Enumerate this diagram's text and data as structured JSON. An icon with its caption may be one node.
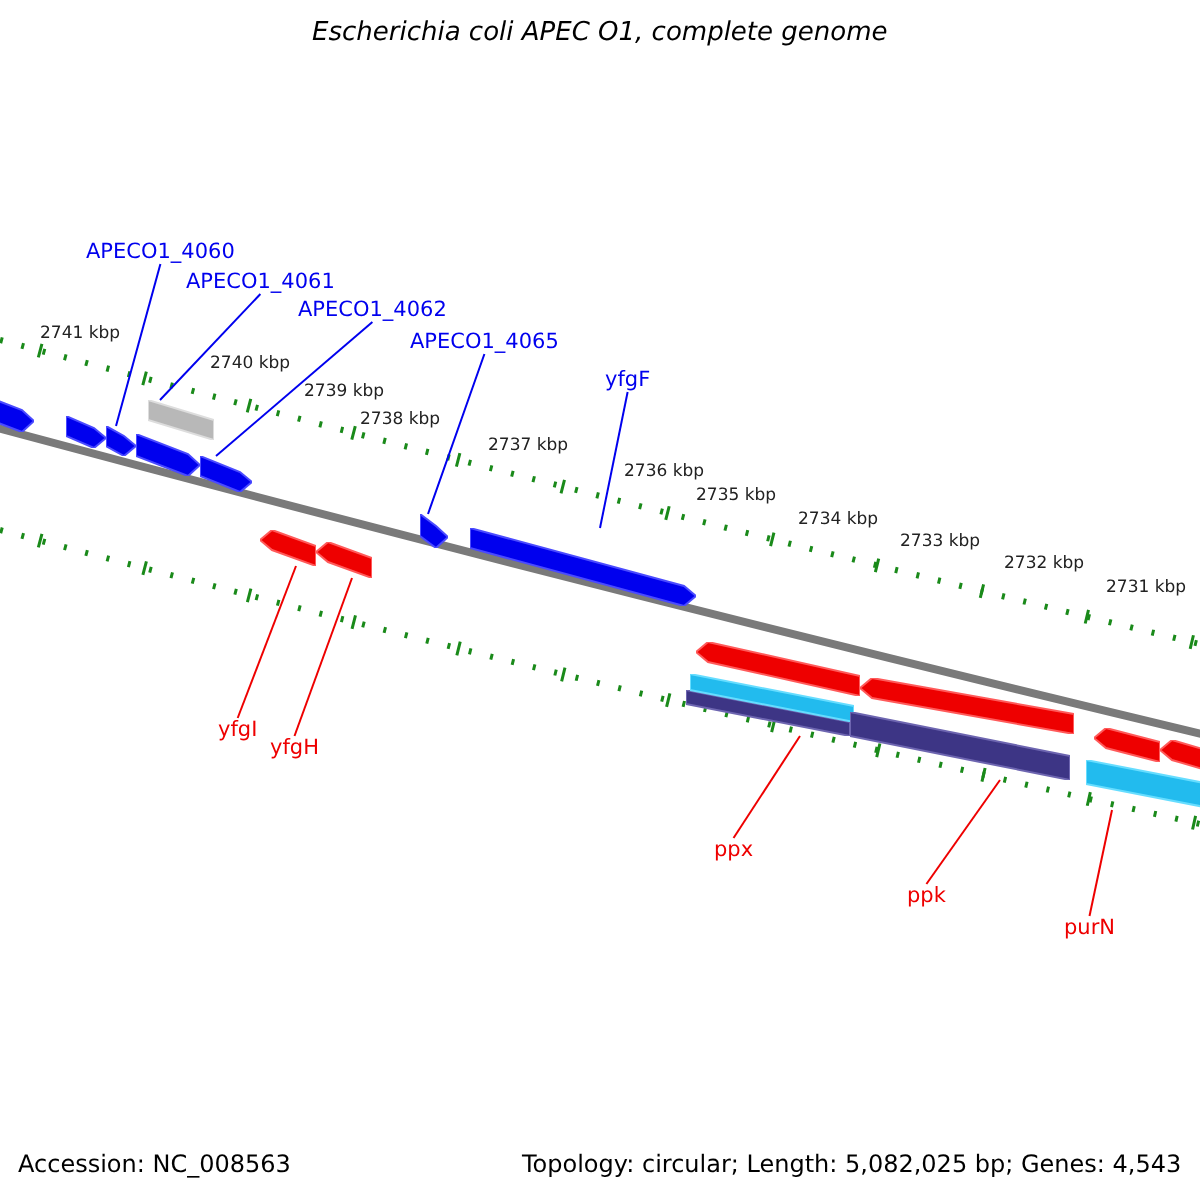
{
  "diagram": {
    "title": "Escherichia coli APEC O1, complete genome",
    "nodes": [
      {
        "text": [
          "APECO1_4060"
        ]
      },
      {
        "text": [
          "APECO1_4061"
        ]
      },
      {
        "text": [
          "APECO1_4062"
        ]
      },
      {
        "text": [
          "APECO1_4065"
        ]
      },
      {
        "text": [
          "yfgF"
        ]
      },
      {
        "text": [
          "yfgI"
        ]
      },
      {
        "text": [
          "yfgH"
        ]
      },
      {
        "text": [
          "ppx"
        ]
      },
      {
        "text": [
          "ppk"
        ]
      },
      {
        "text": [
          "purN"
        ]
      },
      {
        "text": [],
        "shape": "arrow"
      },
      {
        "text": [],
        "shape": "arrow"
      },
      {
        "text": [],
        "shape": "arrow"
      },
      {
        "text": [],
        "shape": "arrow"
      },
      {
        "text": [],
        "shape": "bar"
      },
      {
        "text": [],
        "shape": "arrow"
      },
      {
        "text": [],
        "shape": "arrow"
      },
      {
        "text": [],
        "shape": "arrow"
      },
      {
        "text": [],
        "shape": "arrow"
      },
      {
        "text": [],
        "shape": "arrow"
      },
      {
        "text": [],
        "shape": "bar"
      },
      {
        "text": [],
        "shape": "bar"
      },
      {
        "text": [],
        "shape": "arrow"
      },
      {
        "text": [],
        "shape": "bar"
      },
      {
        "text": [],
        "shape": "arrow"
      },
      {
        "text": [],
        "shape": "bar"
      },
      {
        "text": [],
        "shape": "arrow"
      },
      {
        "text": [],
        "shape": "arrow"
      }
    ],
    "edges": [
      {
        "from": 0,
        "to": 12,
        "arrow": "none"
      },
      {
        "from": 1,
        "to": 14,
        "arrow": "none"
      },
      {
        "from": 2,
        "to": 15,
        "arrow": "none"
      },
      {
        "from": 3,
        "to": 18,
        "arrow": "none"
      },
      {
        "from": 4,
        "to": 19,
        "arrow": "none"
      },
      {
        "from": 5,
        "to": 16,
        "arrow": "none",
        "color": "#ee0000"
      },
      {
        "from": 6,
        "to": 17,
        "arrow": "none",
        "color": "#ee0000"
      },
      {
        "from": 7,
        "to": 20,
        "arrow": "none",
        "color": "#ee0000"
      },
      {
        "from": 8,
        "to": 23,
        "arrow": "none",
        "color": "#ee0000"
      },
      {
        "from": 9,
        "to": 25,
        "arrow": "none",
        "color": "#ee0000"
      }
    ],
    "labels": [
      "2741 kbp",
      "2740 kbp",
      "2739 kbp",
      "2738 kbp",
      "2737 kbp",
      "2736 kbp",
      "2735 kbp",
      "2734 kbp",
      "2733 kbp",
      "2732 kbp",
      "2731 kbp",
      "Accession: NC_008563",
      "Topology: circular; Length: 5,082,025 bp; Genes: 4,543"
    ]
  }
}
